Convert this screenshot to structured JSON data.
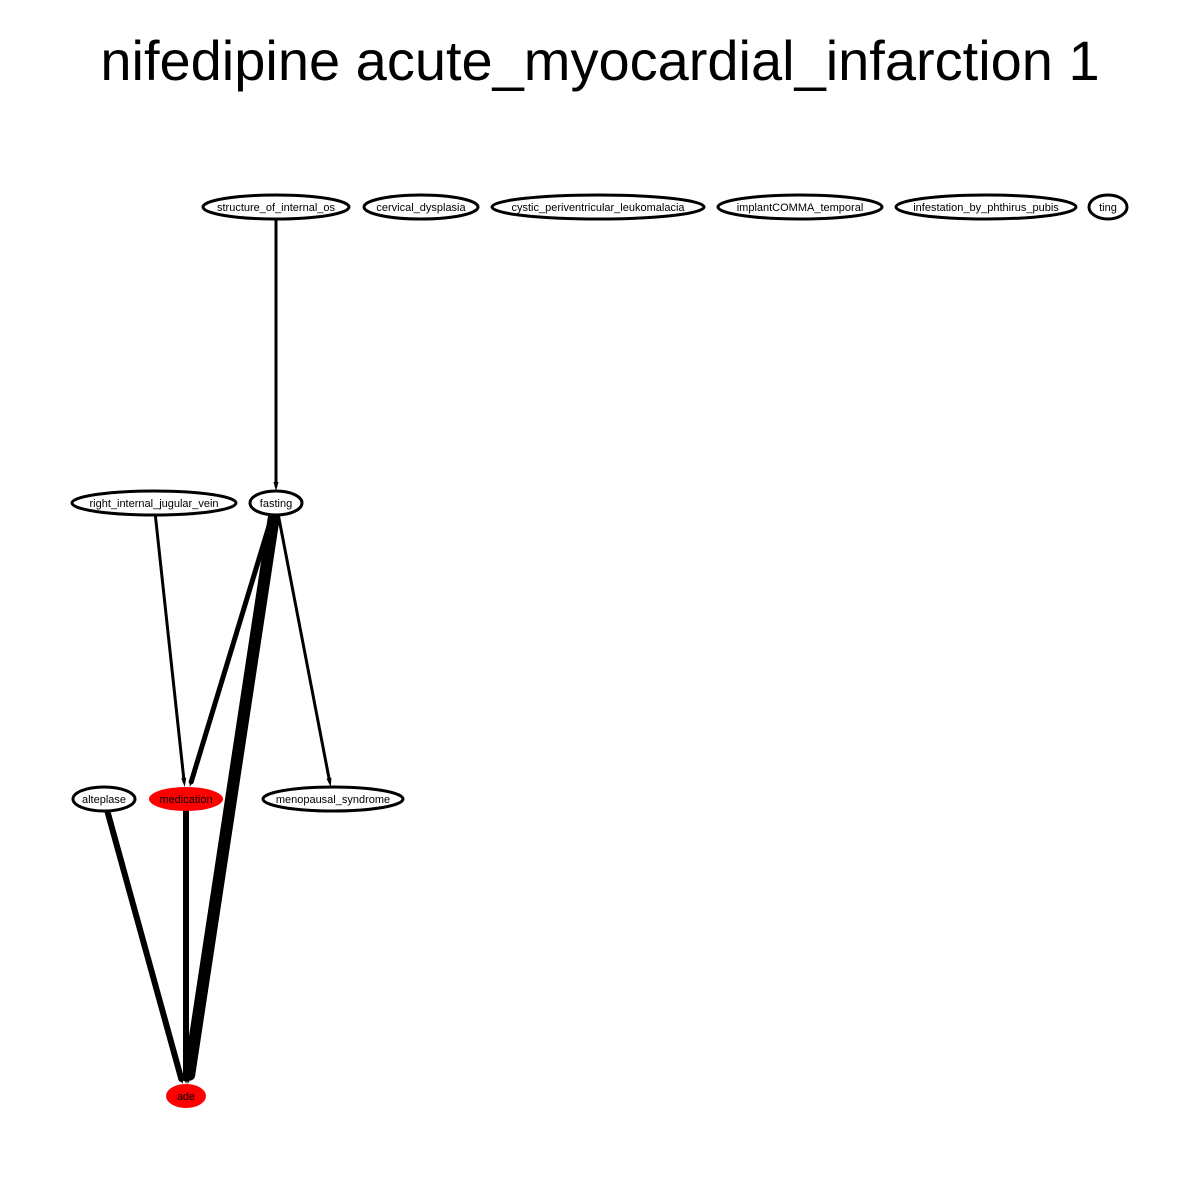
{
  "title": "nifedipine acute_myocardial_infarction 1",
  "colors": {
    "highlight": "#ff0000",
    "stroke": "#000000",
    "background": "#ffffff"
  },
  "nodes": [
    {
      "id": "structure_of_internal_os",
      "label": "structure_of_internal_os",
      "highlight": false
    },
    {
      "id": "cervical_dysplasia",
      "label": "cervical_dysplasia",
      "highlight": false
    },
    {
      "id": "cystic_periventricular_leukomalacia",
      "label": "cystic_periventricular_leukomalacia",
      "highlight": false
    },
    {
      "id": "implantCOMMA_temporal",
      "label": "implantCOMMA_temporal",
      "highlight": false
    },
    {
      "id": "infestation_by_phthirus_pubis",
      "label": "infestation_by_phthirus_pubis",
      "highlight": false
    },
    {
      "id": "ting",
      "label": "ting",
      "highlight": false
    },
    {
      "id": "right_internal_jugular_vein",
      "label": "right_internal_jugular_vein",
      "highlight": false
    },
    {
      "id": "fasting",
      "label": "fasting",
      "highlight": false
    },
    {
      "id": "alteplase",
      "label": "alteplase",
      "highlight": false
    },
    {
      "id": "medication",
      "label": "medication",
      "highlight": true
    },
    {
      "id": "menopausal_syndrome",
      "label": "menopausal_syndrome",
      "highlight": false
    },
    {
      "id": "ade",
      "label": "ade",
      "highlight": true
    }
  ],
  "edges": [
    {
      "from": "structure_of_internal_os",
      "to": "fasting",
      "weight": 3
    },
    {
      "from": "right_internal_jugular_vein",
      "to": "medication",
      "weight": 3
    },
    {
      "from": "fasting",
      "to": "medication",
      "weight": 5
    },
    {
      "from": "fasting",
      "to": "menopausal_syndrome",
      "weight": 3
    },
    {
      "from": "fasting",
      "to": "ade",
      "weight": 12
    },
    {
      "from": "alteplase",
      "to": "ade",
      "weight": 6
    },
    {
      "from": "medication",
      "to": "ade",
      "weight": 6
    }
  ]
}
